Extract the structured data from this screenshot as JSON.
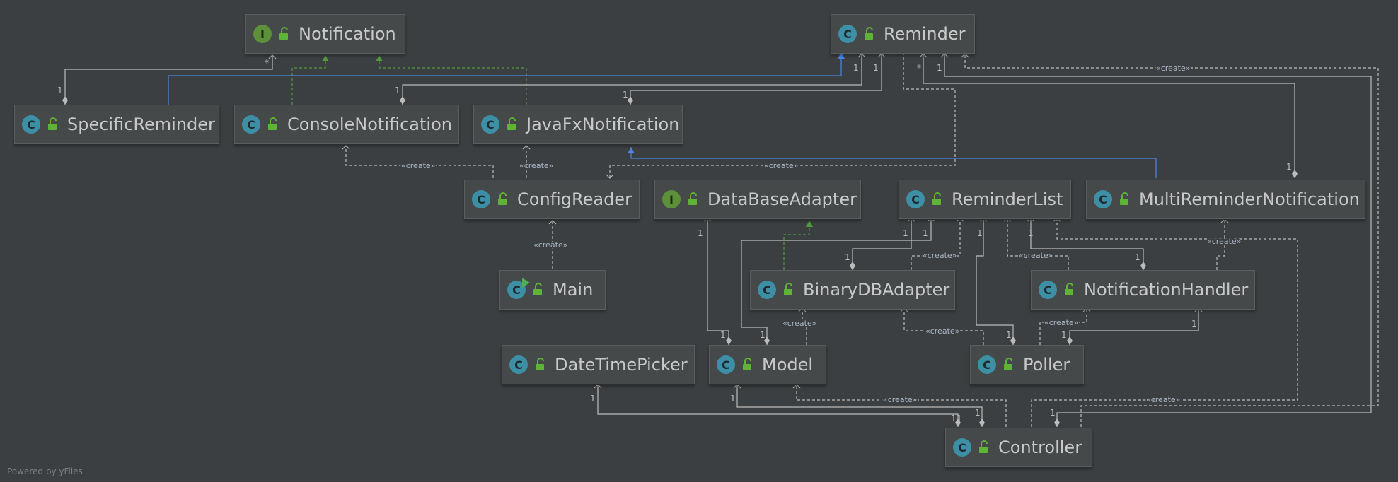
{
  "nodes": {
    "notification": {
      "label": "Notification",
      "kind": "I"
    },
    "reminder": {
      "label": "Reminder",
      "kind": "C"
    },
    "specific_reminder": {
      "label": "SpecificReminder",
      "kind": "C"
    },
    "console_notification": {
      "label": "ConsoleNotification",
      "kind": "C"
    },
    "javafx_notification": {
      "label": "JavaFxNotification",
      "kind": "C"
    },
    "config_reader": {
      "label": "ConfigReader",
      "kind": "C"
    },
    "database_adapter": {
      "label": "DataBaseAdapter",
      "kind": "I"
    },
    "reminder_list": {
      "label": "ReminderList",
      "kind": "C"
    },
    "multi_reminder_notification": {
      "label": "MultiReminderNotification",
      "kind": "C"
    },
    "main": {
      "label": "Main",
      "kind": "C"
    },
    "binary_db_adapter": {
      "label": "BinaryDBAdapter",
      "kind": "C"
    },
    "notification_handler": {
      "label": "NotificationHandler",
      "kind": "C"
    },
    "date_time_picker": {
      "label": "DateTimePicker",
      "kind": "C"
    },
    "model": {
      "label": "Model",
      "kind": "C"
    },
    "poller": {
      "label": "Poller",
      "kind": "C"
    },
    "controller": {
      "label": "Controller",
      "kind": "C"
    }
  },
  "edge_labels": {
    "create": "«create»",
    "one": "1",
    "many": "*"
  },
  "footer": "Powered by yFiles",
  "colors": {
    "background": "#3c3f41",
    "node_fill": "#45494a",
    "class_badge": "#3d8fa6",
    "interface_badge": "#5e8f3a",
    "implements": "#4f9a3c",
    "extends": "#4a86e8",
    "association": "#bbbbbb"
  }
}
